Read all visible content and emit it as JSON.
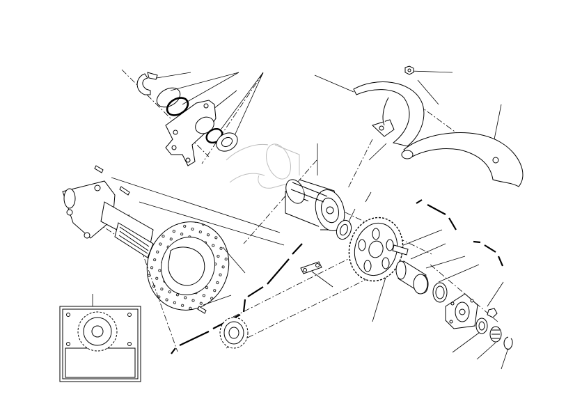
{
  "diagram": {
    "style": "black line-art exploded parts diagram",
    "colors": {
      "line": "#000000",
      "ghost_line": "#bdbdbd",
      "background": "#ffffff"
    },
    "parts": [
      "retaining-clip",
      "o-ring-upper",
      "o-ring-lower",
      "caliper-bracket",
      "spacer-ring",
      "swingarm-ghost",
      "eccentric-hub",
      "seal-ring",
      "heat-shield",
      "chain-guard",
      "shield-nut",
      "wheel-shaft",
      "grease-nipple",
      "bleed-screw",
      "brake-disc",
      "disc-bolt",
      "chain-link",
      "front-sprocket",
      "rear-sprocket",
      "cush-drive-stud",
      "cush-bearing",
      "cush-spacer",
      "cush-ring",
      "sprocket-flange",
      "flange-nut",
      "flange-washer",
      "axle-nut",
      "circlip",
      "inset-sprocket-view"
    ]
  }
}
